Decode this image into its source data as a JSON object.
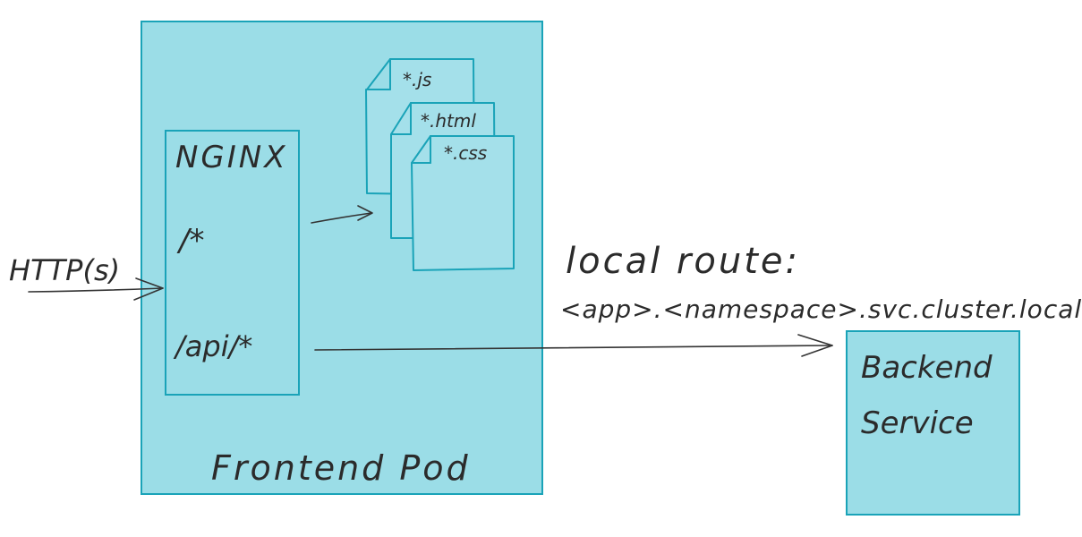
{
  "diagram": {
    "colors": {
      "pod_fill": "#9bdde7",
      "pod_border": "#1aa3b8",
      "ink": "#333333"
    },
    "frontend_pod": {
      "label": "Frontend Pod"
    },
    "nginx": {
      "title": "NGINX",
      "route_static": "/*",
      "route_api": "/api/*"
    },
    "files": {
      "js": "*.js",
      "html": "*.html",
      "css": "*.css"
    },
    "incoming": {
      "label": "HTTP(s)"
    },
    "local_route": {
      "label": "local route:",
      "address": "<app>.<namespace>.svc.cluster.local"
    },
    "backend": {
      "line1": "Backend",
      "line2": "Service"
    }
  }
}
